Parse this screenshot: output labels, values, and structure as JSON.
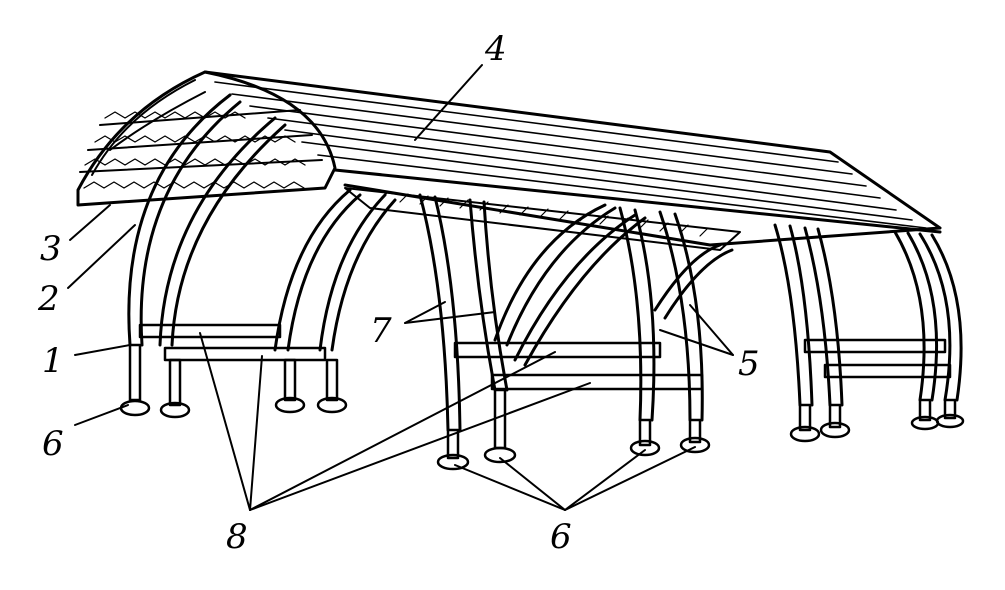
{
  "labels": [
    {
      "id": "1",
      "text": "1"
    },
    {
      "id": "2",
      "text": "2"
    },
    {
      "id": "3",
      "text": "3"
    },
    {
      "id": "4",
      "text": "4"
    },
    {
      "id": "5",
      "text": "5"
    },
    {
      "id": "6a",
      "text": "6"
    },
    {
      "id": "6b",
      "text": "6"
    },
    {
      "id": "7",
      "text": "7"
    },
    {
      "id": "8",
      "text": "8"
    }
  ],
  "colors": {
    "ink": "#000000",
    "paper": "#ffffff"
  }
}
